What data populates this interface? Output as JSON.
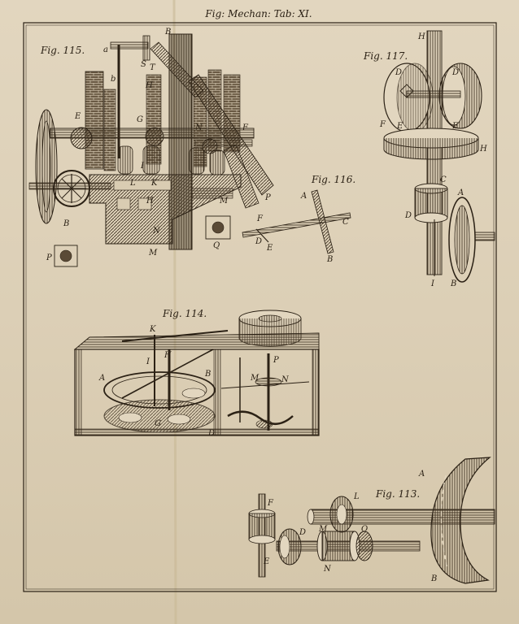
{
  "plate": {
    "title": "Fig: Mechan: Tab: XI."
  },
  "figures": {
    "fig115": {
      "caption": "Fig. 115.",
      "labels": [
        "a",
        "B",
        "S",
        "T",
        "H",
        "b",
        "E",
        "G",
        "F",
        "N",
        "I",
        "L",
        "K",
        "H",
        "M",
        "P",
        "N",
        "M",
        "B",
        "P",
        "Q"
      ]
    },
    "fig116": {
      "caption": "Fig. 116.",
      "labels": [
        "A",
        "F",
        "C",
        "D",
        "E",
        "B"
      ]
    },
    "fig117": {
      "caption": "Fig. 117.",
      "labels": [
        "H",
        "D",
        "D",
        "F",
        "E",
        "E",
        "H",
        "C",
        "A",
        "D",
        "I",
        "B"
      ]
    },
    "fig114": {
      "caption": "Fig. 114.",
      "labels": [
        "K",
        "I",
        "H",
        "A",
        "B",
        "P",
        "M",
        "N",
        "G",
        "D"
      ]
    },
    "fig113": {
      "caption": "Fig. 113.",
      "labels": [
        "A",
        "F",
        "L",
        "D",
        "M",
        "O",
        "E",
        "N",
        "B"
      ]
    }
  }
}
